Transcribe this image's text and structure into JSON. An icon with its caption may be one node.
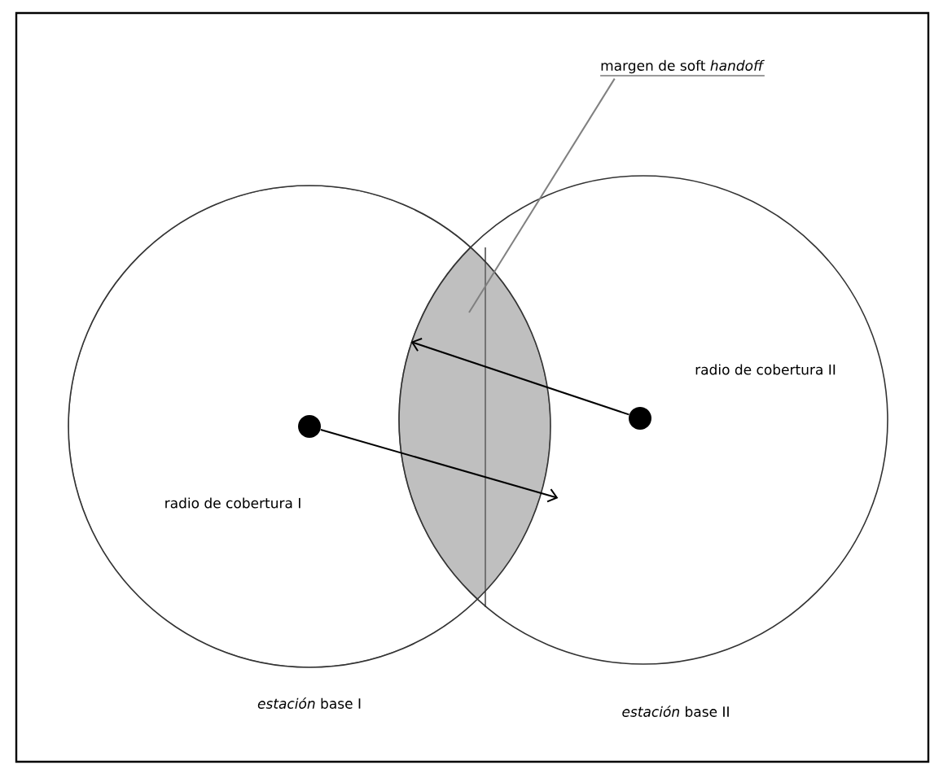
{
  "diagram": {
    "nodes": [
      {
        "text": [],
        "shape": "circle",
        "beside": [
          "*estación* base I"
        ]
      },
      {
        "text": [],
        "shape": "circle",
        "beside": [
          "*estación* base II"
        ]
      },
      {
        "text": [],
        "shape": "lens"
      },
      {
        "text": [
          "margen de soft *handoff*"
        ]
      },
      {
        "text": [],
        "shape": "circle",
        "in": 0
      },
      {
        "text": [],
        "shape": "circle",
        "in": 1
      }
    ],
    "edges": [
      {
        "from": 3,
        "to": 2,
        "arrow": "none",
        "color": "#808080"
      },
      {
        "from": 4,
        "to": 2,
        "arrow": "to"
      },
      {
        "from": 5,
        "to": 2,
        "arrow": "to"
      }
    ],
    "labels": [
      "radio de cobertura II",
      "radio de cobertura I"
    ]
  }
}
